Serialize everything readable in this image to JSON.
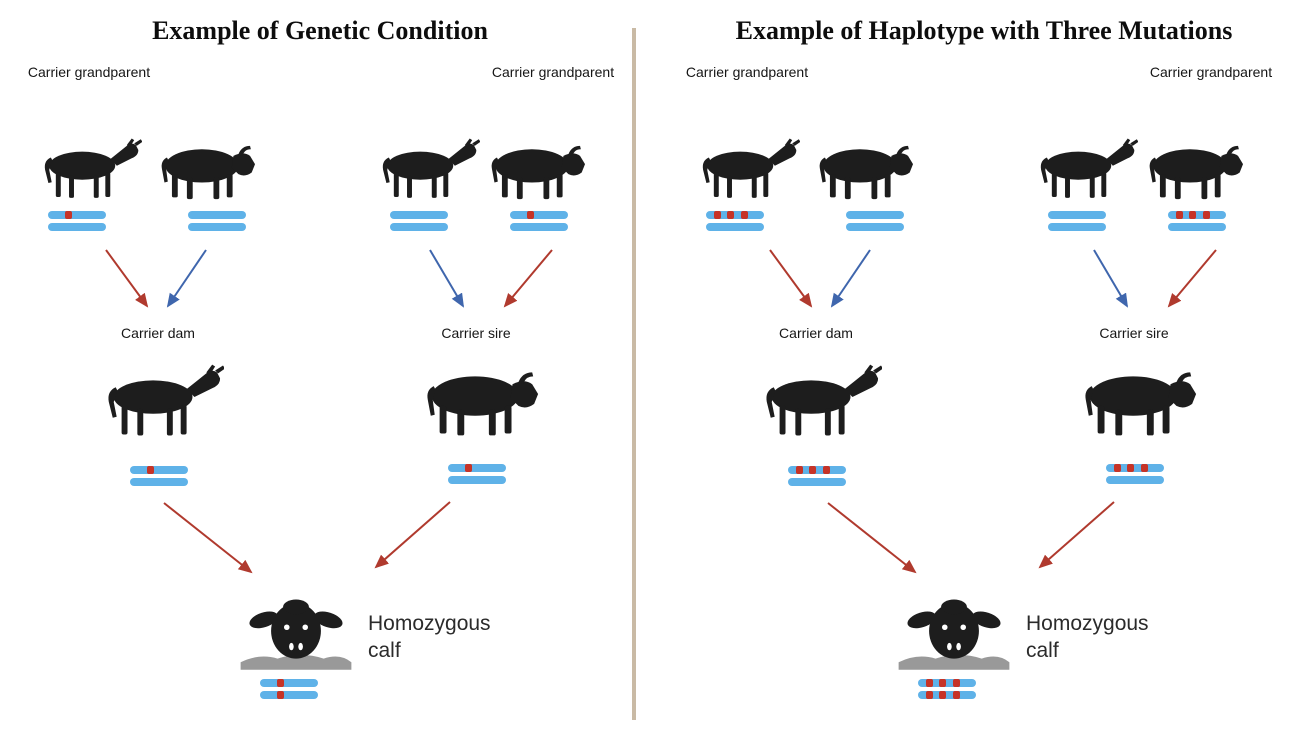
{
  "colors": {
    "chromosome_blue": "#5fb2e8",
    "mutation_red": "#c63327",
    "arrow_red": "#b03a2e",
    "arrow_blue": "#3f66ad",
    "divider_tan": "#c9baa5"
  },
  "panels": [
    {
      "title": "Example of Genetic Condition",
      "grandparent_label_left": "Carrier grandparent",
      "grandparent_label_right": "Carrier grandparent",
      "dam_label": "Carrier dam",
      "sire_label": "Carrier sire",
      "calf_label": "Homozygous calf",
      "mutations": 1
    },
    {
      "title": "Example of Haplotype with Three Mutations",
      "grandparent_label_left": "Carrier grandparent",
      "grandparent_label_right": "Carrier grandparent",
      "dam_label": "Carrier dam",
      "sire_label": "Carrier sire",
      "calf_label": "Homozygous calf",
      "mutations": 3
    }
  ]
}
